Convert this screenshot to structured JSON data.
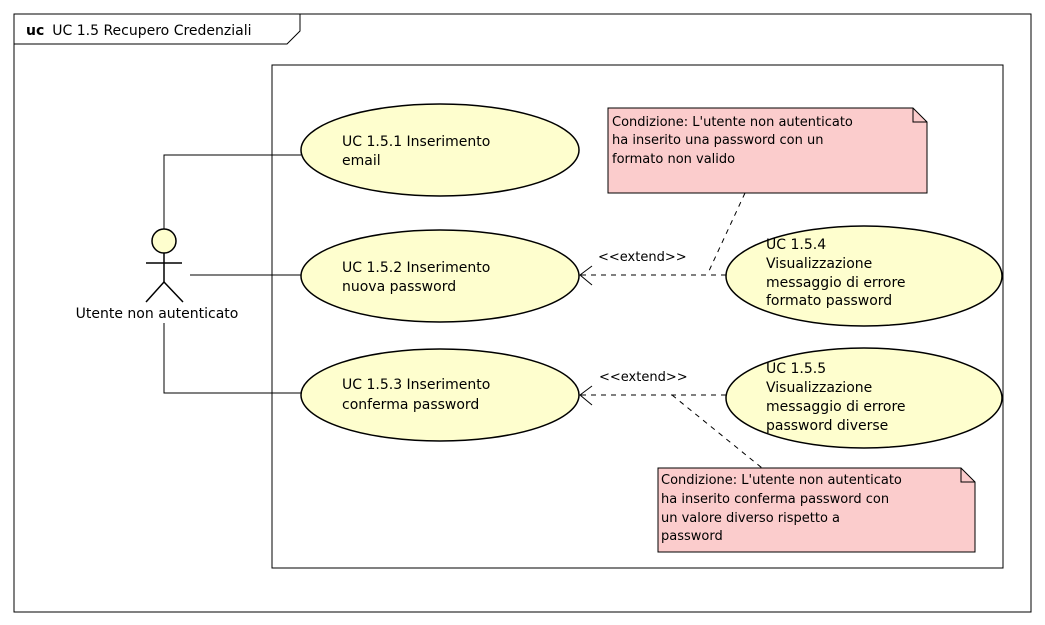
{
  "frame": {
    "keyword": "uc",
    "title": "UC 1.5 Recupero Credenziali"
  },
  "actor": {
    "name": "Utente non autenticato"
  },
  "use_cases": {
    "uc_151": {
      "line1": "UC 1.5.1 Inserimento",
      "line2": "email"
    },
    "uc_152": {
      "line1": "UC 1.5.2 Inserimento",
      "line2": "nuova password"
    },
    "uc_153": {
      "line1": "UC 1.5.3 Inserimento",
      "line2": "conferma password"
    },
    "uc_154": {
      "line1": "UC 1.5.4",
      "line2": "Visualizzazione",
      "line3": "messaggio di errore",
      "line4": "formato password"
    },
    "uc_155": {
      "line1": "UC 1.5.5",
      "line2": "Visualizzazione",
      "line3": "messaggio di errore",
      "line4": "password diverse"
    }
  },
  "relations": {
    "extend_1": "<<extend>>",
    "extend_2": "<<extend>>"
  },
  "notes": {
    "note_1": {
      "line1": "Condizione: L'utente non autenticato",
      "line2": "ha inserito una password con un",
      "line3": "formato non valido"
    },
    "note_2": {
      "line1": "Condizione: L'utente non autenticato",
      "line2": "ha inserito conferma password con",
      "line3": "un valore diverso rispetto a",
      "line4": "password"
    }
  },
  "colors": {
    "use_case_fill": "#FEFECE",
    "actor_fill": "#FEFECE",
    "note_fill": "#FBCCCC",
    "stroke": "#000000"
  }
}
